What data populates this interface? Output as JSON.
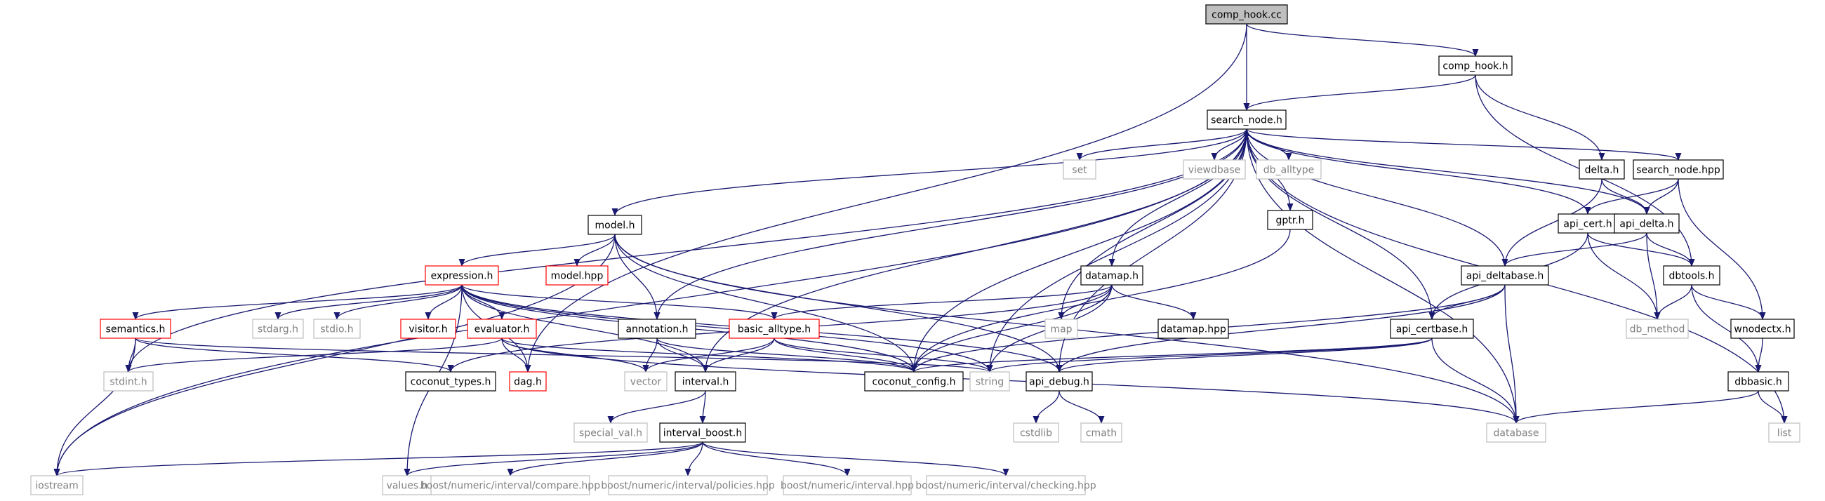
{
  "colors": {
    "arrow": "#191970",
    "border_solid": "#000000",
    "border_missing": "#bfbfbf",
    "border_truncated": "#ff0000",
    "root_fill": "#bfbfbf",
    "node_fill": "#ffffff",
    "text_solid": "#000000",
    "text_missing": "#808080"
  },
  "nodes": [
    {
      "id": "comp_hook_cc",
      "label": "comp_hook.cc",
      "style": "root"
    },
    {
      "id": "comp_hook_h",
      "label": "comp_hook.h",
      "style": "solid"
    },
    {
      "id": "search_node_h",
      "label": "search_node.h",
      "style": "solid"
    },
    {
      "id": "set",
      "label": "set",
      "style": "missing"
    },
    {
      "id": "viewdbase",
      "label": "viewdbase",
      "style": "missing"
    },
    {
      "id": "db_alltype",
      "label": "db_alltype",
      "style": "missing"
    },
    {
      "id": "gptr_h",
      "label": "gptr.h",
      "style": "solid"
    },
    {
      "id": "delta_h",
      "label": "delta.h",
      "style": "solid"
    },
    {
      "id": "search_node_hpp",
      "label": "search_node.hpp",
      "style": "solid"
    },
    {
      "id": "model_h",
      "label": "model.h",
      "style": "solid"
    },
    {
      "id": "api_cert_h",
      "label": "api_cert.h",
      "style": "solid"
    },
    {
      "id": "api_delta_h",
      "label": "api_delta.h",
      "style": "solid"
    },
    {
      "id": "expression_h",
      "label": "expression.h",
      "style": "truncated"
    },
    {
      "id": "model_hpp",
      "label": "model.hpp",
      "style": "truncated"
    },
    {
      "id": "datamap_h",
      "label": "datamap.h",
      "style": "solid"
    },
    {
      "id": "api_deltabase_h",
      "label": "api_deltabase.h",
      "style": "solid"
    },
    {
      "id": "dbtools_h",
      "label": "dbtools.h",
      "style": "solid"
    },
    {
      "id": "semantics_h",
      "label": "semantics.h",
      "style": "truncated"
    },
    {
      "id": "stdarg_h",
      "label": "stdarg.h",
      "style": "missing"
    },
    {
      "id": "stdio_h",
      "label": "stdio.h",
      "style": "missing"
    },
    {
      "id": "visitor_h",
      "label": "visitor.h",
      "style": "truncated"
    },
    {
      "id": "evaluator_h",
      "label": "evaluator.h",
      "style": "truncated"
    },
    {
      "id": "annotation_h",
      "label": "annotation.h",
      "style": "solid"
    },
    {
      "id": "basic_alltype_h",
      "label": "basic_alltype.h",
      "style": "truncated"
    },
    {
      "id": "map",
      "label": "map",
      "style": "missing"
    },
    {
      "id": "datamap_hpp",
      "label": "datamap.hpp",
      "style": "solid"
    },
    {
      "id": "api_certbase_h",
      "label": "api_certbase.h",
      "style": "solid"
    },
    {
      "id": "db_method",
      "label": "db_method",
      "style": "missing"
    },
    {
      "id": "wnodectx_h",
      "label": "wnodectx.h",
      "style": "solid"
    },
    {
      "id": "stdint_h",
      "label": "stdint.h",
      "style": "missing"
    },
    {
      "id": "coconut_types_h",
      "label": "coconut_types.h",
      "style": "solid"
    },
    {
      "id": "dag_h",
      "label": "dag.h",
      "style": "truncated"
    },
    {
      "id": "vector",
      "label": "vector",
      "style": "missing"
    },
    {
      "id": "interval_h",
      "label": "interval.h",
      "style": "solid"
    },
    {
      "id": "coconut_config_h",
      "label": "coconut_config.h",
      "style": "solid"
    },
    {
      "id": "string",
      "label": "string",
      "style": "missing"
    },
    {
      "id": "api_debug_h",
      "label": "api_debug.h",
      "style": "solid"
    },
    {
      "id": "dbbasic_h",
      "label": "dbbasic.h",
      "style": "solid"
    },
    {
      "id": "special_val_h",
      "label": "special_val.h",
      "style": "missing"
    },
    {
      "id": "cstdlib",
      "label": "cstdlib",
      "style": "missing"
    },
    {
      "id": "cmath",
      "label": "cmath",
      "style": "missing"
    },
    {
      "id": "interval_boost_h",
      "label": "interval_boost.h",
      "style": "solid"
    },
    {
      "id": "database",
      "label": "database",
      "style": "missing"
    },
    {
      "id": "list",
      "label": "list",
      "style": "missing"
    },
    {
      "id": "iostream",
      "label": "iostream",
      "style": "missing"
    },
    {
      "id": "values_h",
      "label": "values.h",
      "style": "missing"
    },
    {
      "id": "compare_hpp",
      "label": "boost/numeric/interval/compare.hpp",
      "style": "missing"
    },
    {
      "id": "policies_hpp",
      "label": "boost/numeric/interval/policies.hpp",
      "style": "missing"
    },
    {
      "id": "interval_hpp",
      "label": "boost/numeric/interval.hpp",
      "style": "missing"
    },
    {
      "id": "checking_hpp",
      "label": "boost/numeric/interval/checking.hpp",
      "style": "missing"
    }
  ],
  "edges": [
    [
      "comp_hook_cc",
      "search_node_h"
    ],
    [
      "comp_hook_cc",
      "comp_hook_h"
    ],
    [
      "comp_hook_cc",
      "dag_h"
    ],
    [
      "comp_hook_h",
      "search_node_h"
    ],
    [
      "comp_hook_h",
      "delta_h"
    ],
    [
      "comp_hook_h",
      "dbtools_h"
    ],
    [
      "search_node_h",
      "set"
    ],
    [
      "search_node_h",
      "viewdbase"
    ],
    [
      "search_node_h",
      "db_alltype"
    ],
    [
      "search_node_h",
      "gptr_h"
    ],
    [
      "search_node_h",
      "search_node_hpp"
    ],
    [
      "search_node_h",
      "model_h"
    ],
    [
      "search_node_h",
      "api_delta_h"
    ],
    [
      "search_node_h",
      "datamap_h"
    ],
    [
      "search_node_h",
      "api_deltabase_h"
    ],
    [
      "search_node_h",
      "annotation_h"
    ],
    [
      "search_node_h",
      "map"
    ],
    [
      "search_node_h",
      "api_certbase_h"
    ],
    [
      "search_node_h",
      "stdint_h"
    ],
    [
      "search_node_h",
      "interval_h"
    ],
    [
      "search_node_h",
      "coconut_config_h"
    ],
    [
      "search_node_h",
      "api_debug_h"
    ],
    [
      "search_node_h",
      "database"
    ],
    [
      "search_node_h",
      "list"
    ],
    [
      "search_node_h",
      "iostream"
    ],
    [
      "search_node_h",
      "string"
    ],
    [
      "delta_h",
      "api_delta_h"
    ],
    [
      "delta_h",
      "api_deltabase_h"
    ],
    [
      "search_node_hpp",
      "api_cert_h"
    ],
    [
      "search_node_hpp",
      "api_delta_h"
    ],
    [
      "search_node_hpp",
      "wnodectx_h"
    ],
    [
      "api_cert_h",
      "search_node_h"
    ],
    [
      "api_cert_h",
      "api_certbase_h"
    ],
    [
      "api_cert_h",
      "dbtools_h"
    ],
    [
      "api_cert_h",
      "db_method"
    ],
    [
      "api_delta_h",
      "api_deltabase_h"
    ],
    [
      "api_delta_h",
      "dbtools_h"
    ],
    [
      "api_delta_h",
      "db_method"
    ],
    [
      "dbtools_h",
      "db_method"
    ],
    [
      "dbtools_h",
      "wnodectx_h"
    ],
    [
      "dbtools_h",
      "dbbasic_h"
    ],
    [
      "wnodectx_h",
      "dbbasic_h"
    ],
    [
      "dbbasic_h",
      "database"
    ],
    [
      "dbbasic_h",
      "list"
    ],
    [
      "model_h",
      "expression_h"
    ],
    [
      "model_h",
      "model_hpp"
    ],
    [
      "model_h",
      "annotation_h"
    ],
    [
      "model_h",
      "coconut_config_h"
    ],
    [
      "model_h",
      "api_debug_h"
    ],
    [
      "model_h",
      "database"
    ],
    [
      "model_h",
      "iostream"
    ],
    [
      "expression_h",
      "semantics_h"
    ],
    [
      "expression_h",
      "stdarg_h"
    ],
    [
      "expression_h",
      "stdio_h"
    ],
    [
      "expression_h",
      "visitor_h"
    ],
    [
      "expression_h",
      "evaluator_h"
    ],
    [
      "expression_h",
      "basic_alltype_h"
    ],
    [
      "expression_h",
      "coconut_config_h"
    ],
    [
      "expression_h",
      "interval_h"
    ],
    [
      "expression_h",
      "string"
    ],
    [
      "expression_h",
      "api_debug_h"
    ],
    [
      "expression_h",
      "dag_h"
    ],
    [
      "expression_h",
      "values_h"
    ],
    [
      "semantics_h",
      "stdint_h"
    ],
    [
      "semantics_h",
      "iostream"
    ],
    [
      "semantics_h",
      "coconut_types_h"
    ],
    [
      "semantics_h",
      "string"
    ],
    [
      "evaluator_h",
      "dag_h"
    ],
    [
      "evaluator_h",
      "vector"
    ],
    [
      "evaluator_h",
      "coconut_config_h"
    ],
    [
      "evaluator_h",
      "stdint_h"
    ],
    [
      "evaluator_h",
      "database"
    ],
    [
      "annotation_h",
      "vector"
    ],
    [
      "annotation_h",
      "interval_h"
    ],
    [
      "annotation_h",
      "coconut_config_h"
    ],
    [
      "basic_alltype_h",
      "vector"
    ],
    [
      "basic_alltype_h",
      "interval_h"
    ],
    [
      "basic_alltype_h",
      "coconut_config_h"
    ],
    [
      "basic_alltype_h",
      "string"
    ],
    [
      "datamap_h",
      "map"
    ],
    [
      "datamap_h",
      "datamap_hpp"
    ],
    [
      "datamap_h",
      "basic_alltype_h"
    ],
    [
      "datamap_h",
      "coconut_config_h"
    ],
    [
      "datamap_h",
      "coconut_types_h"
    ],
    [
      "datamap_h",
      "string"
    ],
    [
      "gptr_h",
      "coconut_config_h"
    ],
    [
      "api_deltabase_h",
      "api_certbase_h"
    ],
    [
      "api_deltabase_h",
      "coconut_config_h"
    ],
    [
      "api_deltabase_h",
      "api_debug_h"
    ],
    [
      "api_deltabase_h",
      "database"
    ],
    [
      "api_certbase_h",
      "coconut_config_h"
    ],
    [
      "api_certbase_h",
      "api_debug_h"
    ],
    [
      "api_certbase_h",
      "string"
    ],
    [
      "api_certbase_h",
      "database"
    ],
    [
      "interval_h",
      "special_val_h"
    ],
    [
      "interval_h",
      "interval_boost_h"
    ],
    [
      "api_debug_h",
      "cstdlib"
    ],
    [
      "api_debug_h",
      "cmath"
    ],
    [
      "interval_boost_h",
      "iostream"
    ],
    [
      "interval_boost_h",
      "values_h"
    ],
    [
      "interval_boost_h",
      "compare_hpp"
    ],
    [
      "interval_boost_h",
      "policies_hpp"
    ],
    [
      "interval_boost_h",
      "interval_hpp"
    ],
    [
      "interval_boost_h",
      "checking_hpp"
    ]
  ]
}
